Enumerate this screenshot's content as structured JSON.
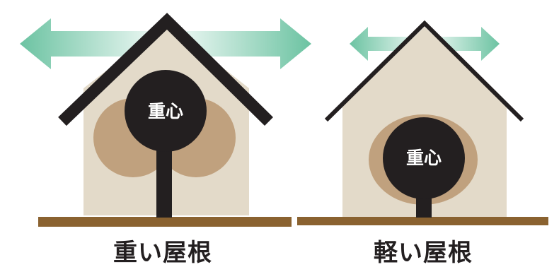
{
  "diagram": {
    "heavy_roof": {
      "center_of_gravity_label": "重心",
      "caption": "重い屋根"
    },
    "light_roof": {
      "center_of_gravity_label": "重心",
      "caption": "軽い屋根"
    }
  },
  "colors": {
    "wall": "#e3dac9",
    "roof_line": "#231f20",
    "ground": "#8a6230",
    "sway_ellipse": "#c0a17e",
    "center_of_gravity": "#231f20",
    "arrow": "#6cc3a2",
    "label_text": "#ffffff"
  }
}
